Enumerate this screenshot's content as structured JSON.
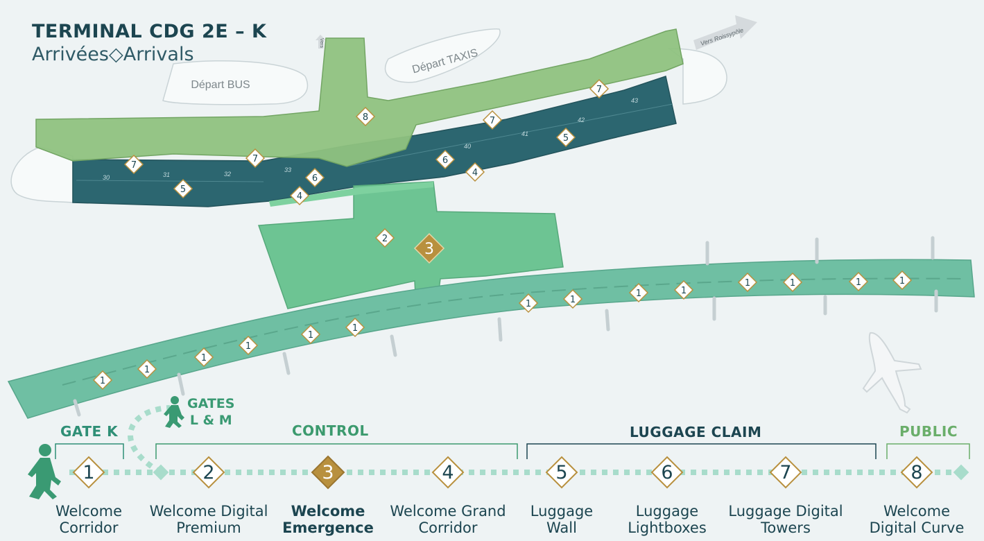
{
  "title": {
    "main": "TERMINAL CDG 2E – K",
    "sub_fr": "Arrivées",
    "sub_sep": "◇",
    "sub_en": "Arrivals"
  },
  "map_labels": {
    "bus": "Départ BUS",
    "taxis": "Départ TAXIS",
    "roissypole": "Vers Roissypôle",
    "north_arrow_text": "Vers",
    "gates_lm": [
      "GATES",
      "L & M"
    ]
  },
  "groups": [
    {
      "label": "GATE K",
      "color": "#2f8f76"
    },
    {
      "label": "CONTROL",
      "color": "#3c9a6e"
    },
    {
      "label": "LUGGAGE CLAIM",
      "color": "#1c4550"
    },
    {
      "label": "PUBLIC",
      "color": "#6aae6a"
    }
  ],
  "steps": [
    {
      "number": "1",
      "line1": "Welcome",
      "line2": "Corridor"
    },
    {
      "number": "2",
      "line1": "Welcome Digital",
      "line2": "Premium"
    },
    {
      "number": "3",
      "line1": "Welcome",
      "line2": "Emergence",
      "active": true
    },
    {
      "number": "4",
      "line1": "Welcome Grand",
      "line2": "Corridor"
    },
    {
      "number": "5",
      "line1": "Luggage",
      "line2": "Wall"
    },
    {
      "number": "6",
      "line1": "Luggage",
      "line2": "Lightboxes"
    },
    {
      "number": "7",
      "line1": "Luggage Digital",
      "line2": "Towers"
    },
    {
      "number": "8",
      "line1": "Welcome",
      "line2": "Digital Curve"
    }
  ],
  "map_markers": {
    "corridor_1": "1",
    "premium_2": "2",
    "emergence_3": "3",
    "grand_4": "4",
    "wall_5": "5",
    "lightbox_6": "6",
    "tower_7": "7",
    "curve_8": "8"
  },
  "gate_numbers": [
    "30",
    "31",
    "32",
    "33",
    "40",
    "41",
    "42",
    "43"
  ],
  "colors": {
    "dark_teal": "#2c6670",
    "light_green": "#8fc27f",
    "mint": "#6dc493",
    "sea": "#6fbfa3",
    "gold": "#b8903e",
    "navy_text": "#1c4550"
  }
}
